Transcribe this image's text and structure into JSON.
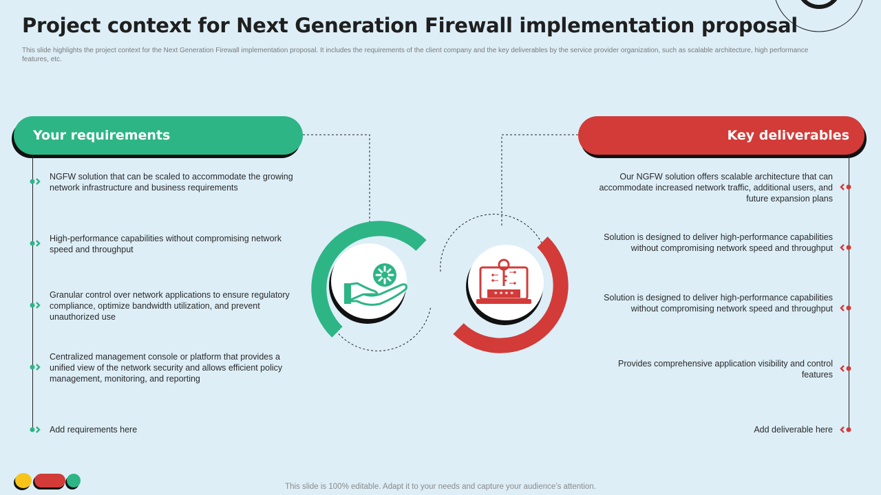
{
  "title": "Project context for Next Generation Firewall implementation proposal",
  "subtitle": "This slide highlights the project context for the Next Generation Firewall implementation proposal. It includes the requirements of the client company and the key deliverables by the service provider organization, such as scalable architecture, high performance features, etc.",
  "requirements": {
    "heading": "Your requirements",
    "items": [
      "NGFW solution that can be scaled to accommodate the growing network infrastructure and business requirements",
      "High-performance capabilities without compromising network speed and throughput",
      "Granular control over network applications to ensure regulatory compliance, optimize bandwidth utilization, and prevent unauthorized use",
      "Centralized management console or platform that provides a unified view of the network security and allows efficient policy management, monitoring, and reporting",
      "Add requirements here"
    ]
  },
  "deliverables": {
    "heading": "Key deliverables",
    "items": [
      "Our NGFW solution offers scalable architecture that can accommodate increased network traffic, additional users, and future expansion plans",
      "Solution is designed to deliver high-performance capabilities without compromising network speed and throughput",
      "Solution is designed to deliver high-performance capabilities without compromising network speed and throughput",
      "Provides comprehensive application visibility and control features",
      "Add deliverable here"
    ]
  },
  "laptop_screen_text": "* * * *",
  "footer": "This slide is 100% editable. Adapt it to your needs and capture your audience’s attention.",
  "colors": {
    "green": "#2db585",
    "red": "#d23b38",
    "yellow": "#f7c51a",
    "background": "#ddeef7"
  },
  "icons": {
    "left_circle": "hand-holding-gear-icon",
    "right_circle": "laptop-key-icon"
  }
}
